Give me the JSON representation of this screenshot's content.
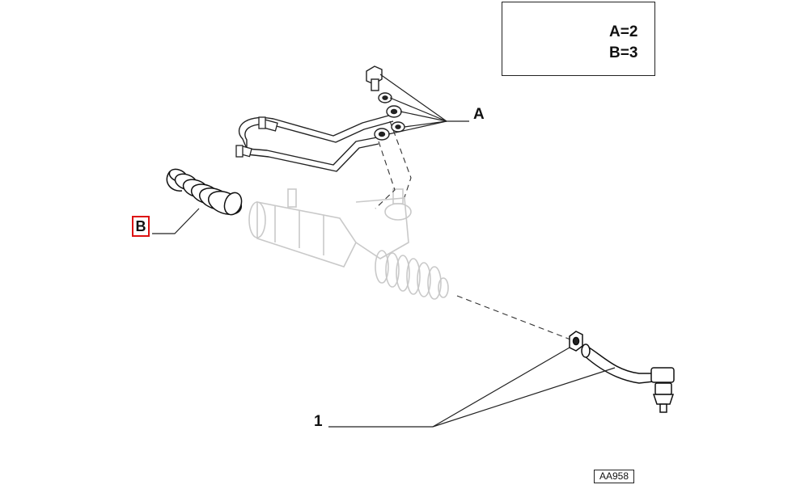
{
  "callouts": {
    "a": "A",
    "b": "B",
    "one": "1"
  },
  "quantity_box": {
    "line_a": "A=2",
    "line_b": "B=3",
    "icon": "fiat-parts-quantity-icon"
  },
  "reference_code": "AA958",
  "colors": {
    "line": "#222222",
    "faded_part": "#c9c9c9",
    "highlight": "#dd1111"
  }
}
